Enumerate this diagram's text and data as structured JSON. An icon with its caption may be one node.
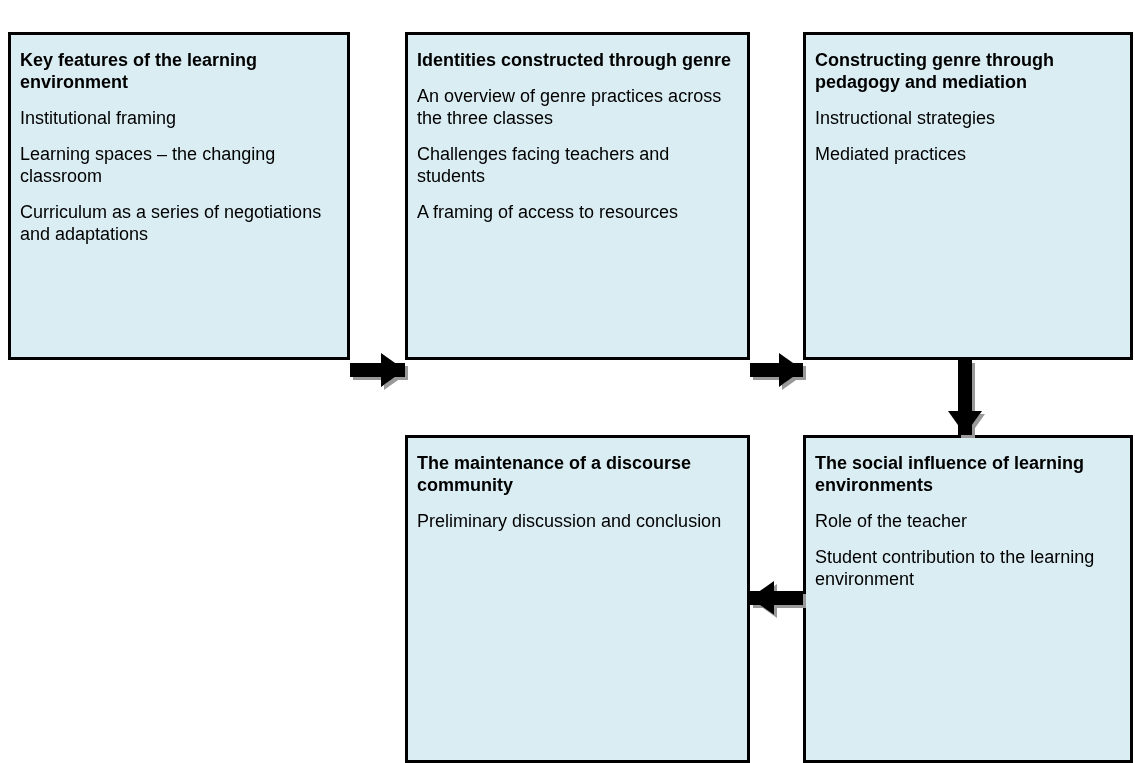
{
  "diagram": {
    "nodes": [
      {
        "text": [
          "Key features of the learning environment",
          "Institutional framing",
          "Learning spaces – the changing classroom",
          "Curriculum as a series of negotiations and adaptations"
        ]
      },
      {
        "text": [
          "Identities constructed through genre",
          "An overview of genre practices across the three classes",
          "Challenges facing teachers and students",
          "A framing of access to resources"
        ]
      },
      {
        "text": [
          "Constructing genre through pedagogy and mediation",
          "Instructional strategies",
          "Mediated practices"
        ]
      },
      {
        "text": [
          "The maintenance of a discourse community",
          "Preliminary discussion and conclusion"
        ]
      },
      {
        "text": [
          "The social influence of learning environments",
          "Role of the teacher",
          "Student contribution to the learning environment"
        ]
      }
    ],
    "edges": [
      {
        "from": 0,
        "to": 1,
        "arrow": "to"
      },
      {
        "from": 1,
        "to": 2,
        "arrow": "to"
      },
      {
        "from": 2,
        "to": 4,
        "arrow": "to"
      },
      {
        "from": 4,
        "to": 3,
        "arrow": "to"
      }
    ]
  }
}
